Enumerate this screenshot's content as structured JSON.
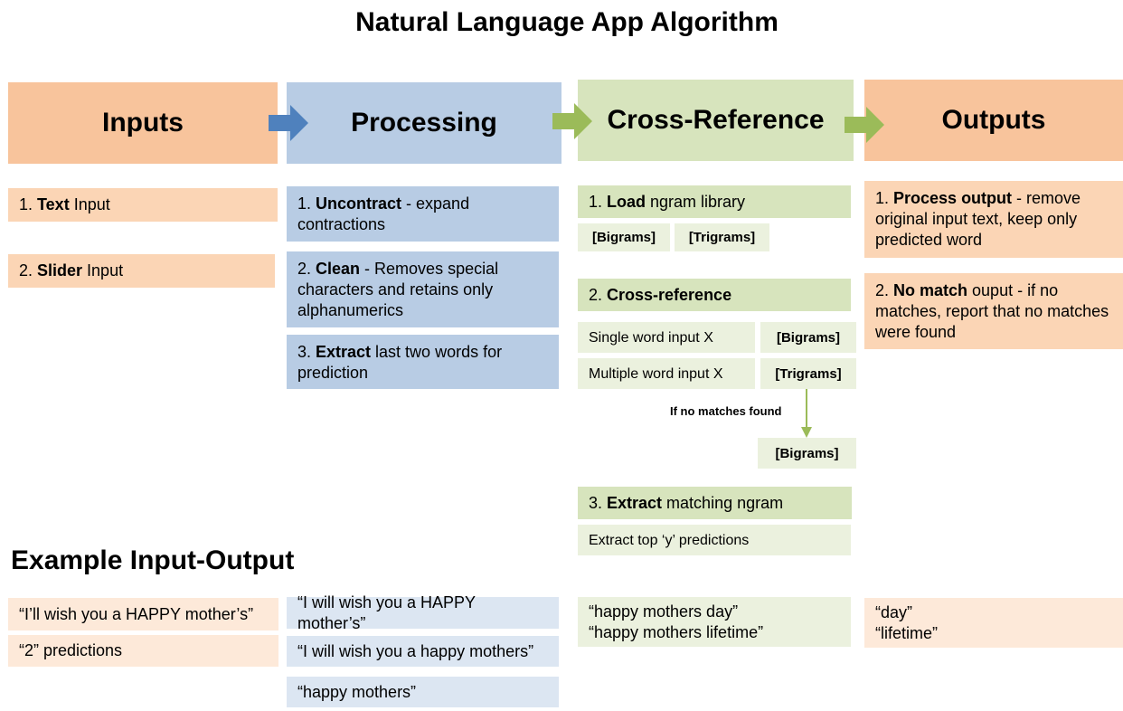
{
  "title": "Natural Language App Algorithm",
  "colors": {
    "inputs": "#f8c49c",
    "processing": "#b8cce4",
    "cross_reference": "#d7e4bd",
    "blue_arrow": "#4f81bd",
    "green_arrow": "#9bbb59"
  },
  "headers": {
    "inputs": "Inputs",
    "processing": "Processing",
    "cross_reference": "Cross-Reference",
    "outputs": "Outputs"
  },
  "inputs": {
    "step1": {
      "num": "1. ",
      "bold": "Text",
      "rest": " Input"
    },
    "step2": {
      "num": "2. ",
      "bold": "Slider",
      "rest": " Input"
    }
  },
  "processing": {
    "step1": {
      "num": "1. ",
      "bold": "Uncontract",
      "rest": " - expand contractions"
    },
    "step2": {
      "num": "2. ",
      "bold": "Clean",
      "rest": " - Removes special characters and retains only alphanumerics"
    },
    "step3": {
      "num": "3. ",
      "bold": "Extract",
      "rest": " last two words for prediction"
    }
  },
  "cross_reference": {
    "step1": {
      "num": "1. ",
      "bold": "Load",
      "rest": " ngram library"
    },
    "bigrams": "[Bigrams]",
    "trigrams": "[Trigrams]",
    "step2": {
      "num": "2. ",
      "bold": "Cross-reference",
      "rest": ""
    },
    "single_word": "Single word input X",
    "multiple_word": "Multiple word input X",
    "if_no_matches": "If no matches found",
    "step3": {
      "num": "3. ",
      "bold": "Extract",
      "rest": " matching ngram"
    },
    "extract_top": "Extract top ‘y’ predictions"
  },
  "outputs": {
    "step1": {
      "num": "1. ",
      "bold": "Process output",
      "rest": " - remove original input text, keep only predicted word"
    },
    "step2": {
      "num": "2. ",
      "bold": "No match",
      "rest": " ouput -  if no matches, report that no matches were found"
    }
  },
  "example": {
    "title": "Example Input-Output",
    "input1": "“I’ll wish you a HAPPY mother’s”",
    "input2": "“2” predictions",
    "proc1": "“I will wish you a HAPPY mother’s”",
    "proc2": "“I will wish you a happy mothers”",
    "proc3": "“happy mothers”",
    "xref1": "“happy mothers day”",
    "xref2": "“happy mothers lifetime”",
    "out1": "“day”",
    "out2": "“lifetime”"
  }
}
